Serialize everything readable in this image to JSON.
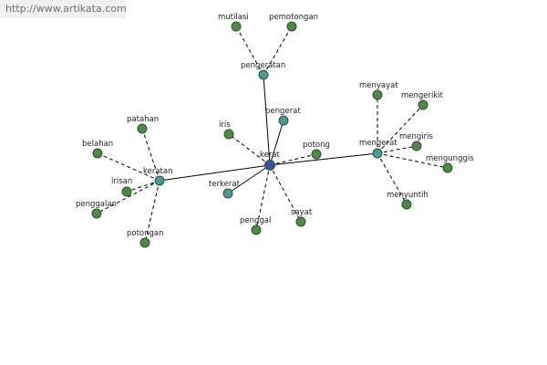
{
  "watermark": {
    "text": "http://www.artikata.com"
  },
  "colors": {
    "root": "#3c4fa3",
    "hub": "#4a9a9a",
    "leaf": "#4e8a45"
  },
  "graph": {
    "nodes": [
      {
        "id": "kerat",
        "label": "kerat",
        "kind": "root"
      },
      {
        "id": "pengeratan",
        "label": "pengeratan",
        "kind": "hub"
      },
      {
        "id": "pengerat",
        "label": "pengerat",
        "kind": "hub"
      },
      {
        "id": "mengerat",
        "label": "mengerat",
        "kind": "hub"
      },
      {
        "id": "keratan",
        "label": "keratan",
        "kind": "hub"
      },
      {
        "id": "terkerat",
        "label": "terkerat",
        "kind": "hub"
      },
      {
        "id": "mutilasi",
        "label": "mutilasi",
        "kind": "leaf"
      },
      {
        "id": "pemotongan",
        "label": "pemotongan",
        "kind": "leaf"
      },
      {
        "id": "iris",
        "label": "iris",
        "kind": "leaf"
      },
      {
        "id": "potong",
        "label": "potong",
        "kind": "leaf"
      },
      {
        "id": "penggal",
        "label": "penggal",
        "kind": "leaf"
      },
      {
        "id": "sayat",
        "label": "sayat",
        "kind": "leaf"
      },
      {
        "id": "menyayat",
        "label": "menyayat",
        "kind": "leaf"
      },
      {
        "id": "mengerikit",
        "label": "mengerikit",
        "kind": "leaf"
      },
      {
        "id": "mengiris",
        "label": "mengiris",
        "kind": "leaf"
      },
      {
        "id": "mengunggis",
        "label": "mengunggis",
        "kind": "leaf"
      },
      {
        "id": "menyuntih",
        "label": "menyuntih",
        "kind": "leaf"
      },
      {
        "id": "patahan",
        "label": "patahan",
        "kind": "leaf"
      },
      {
        "id": "belahan",
        "label": "belahan",
        "kind": "leaf"
      },
      {
        "id": "irisan",
        "label": "irisan",
        "kind": "leaf"
      },
      {
        "id": "penggalan",
        "label": "penggalan",
        "kind": "leaf"
      },
      {
        "id": "potongan",
        "label": "potongan",
        "kind": "leaf"
      }
    ],
    "edges": [
      {
        "from": "kerat",
        "to": "pengeratan",
        "style": "solid"
      },
      {
        "from": "kerat",
        "to": "pengerat",
        "style": "solid"
      },
      {
        "from": "kerat",
        "to": "mengerat",
        "style": "solid"
      },
      {
        "from": "kerat",
        "to": "keratan",
        "style": "solid"
      },
      {
        "from": "kerat",
        "to": "terkerat",
        "style": "solid"
      },
      {
        "from": "kerat",
        "to": "iris",
        "style": "dashed"
      },
      {
        "from": "kerat",
        "to": "potong",
        "style": "dashed"
      },
      {
        "from": "kerat",
        "to": "penggal",
        "style": "dashed"
      },
      {
        "from": "kerat",
        "to": "sayat",
        "style": "dashed"
      },
      {
        "from": "pengeratan",
        "to": "mutilasi",
        "style": "dashed"
      },
      {
        "from": "pengeratan",
        "to": "pemotongan",
        "style": "dashed"
      },
      {
        "from": "mengerat",
        "to": "menyayat",
        "style": "dashed"
      },
      {
        "from": "mengerat",
        "to": "mengerikit",
        "style": "dashed"
      },
      {
        "from": "mengerat",
        "to": "mengiris",
        "style": "dashed"
      },
      {
        "from": "mengerat",
        "to": "mengunggis",
        "style": "dashed"
      },
      {
        "from": "mengerat",
        "to": "menyuntih",
        "style": "dashed"
      },
      {
        "from": "keratan",
        "to": "patahan",
        "style": "dashed"
      },
      {
        "from": "keratan",
        "to": "belahan",
        "style": "dashed"
      },
      {
        "from": "keratan",
        "to": "irisan",
        "style": "dashed"
      },
      {
        "from": "keratan",
        "to": "penggalan",
        "style": "dashed"
      },
      {
        "from": "keratan",
        "to": "potongan",
        "style": "dashed"
      }
    ]
  }
}
